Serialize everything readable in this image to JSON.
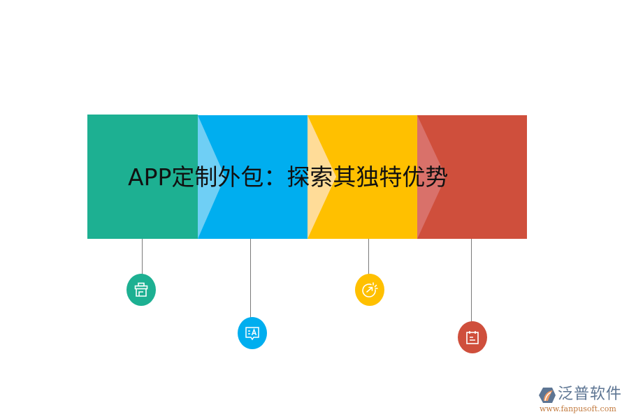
{
  "title": "APP定制外包：探索其独特优势",
  "colors": {
    "teal": "#1db092",
    "blue": "#00aeef",
    "blue_light": "#6fcff5",
    "yellow": "#ffc000",
    "yellow_light": "#ffdc98",
    "red": "#cf4f3c",
    "red_light": "#d9716a",
    "stem": "#7a7a7a"
  },
  "steps": [
    {
      "index": 1,
      "icon": "shop-icon",
      "color": "#1db092"
    },
    {
      "index": 2,
      "icon": "translate-chat-icon",
      "color": "#00aeef"
    },
    {
      "index": 3,
      "icon": "launch-arrow-icon",
      "color": "#ffc000"
    },
    {
      "index": 4,
      "icon": "calendar-icon",
      "color": "#cf4f3c"
    }
  ],
  "logo": {
    "name": "泛普软件",
    "url": "www.fanpusoft.com"
  }
}
